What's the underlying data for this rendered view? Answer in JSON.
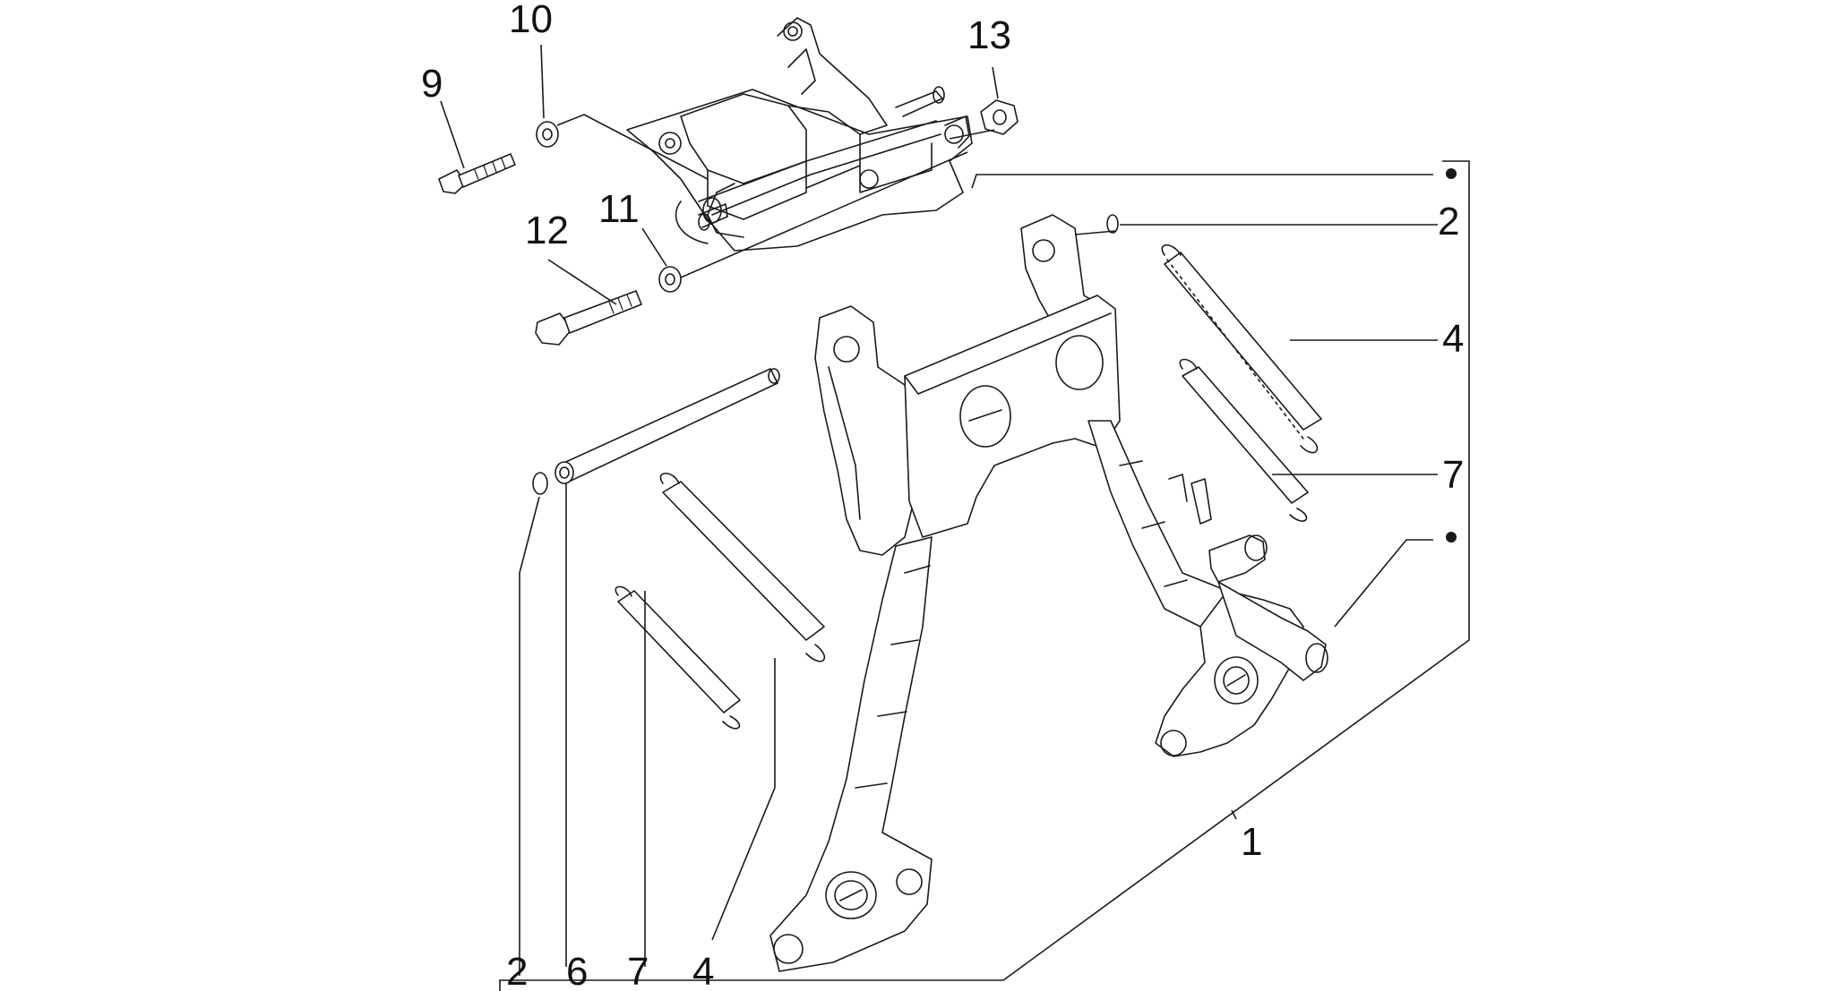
{
  "callouts": {
    "c9": "9",
    "c10": "10",
    "c11": "11",
    "c12": "12",
    "c13": "13",
    "c2_top": "2",
    "c4_right": "4",
    "c7_right": "7",
    "c1": "1",
    "c2_bottom": "2",
    "c6_bottom": "6",
    "c7_bottom": "7",
    "c4_bottom": "4"
  },
  "colors": {
    "line": "#1a1a1a",
    "background": "#ffffff"
  }
}
